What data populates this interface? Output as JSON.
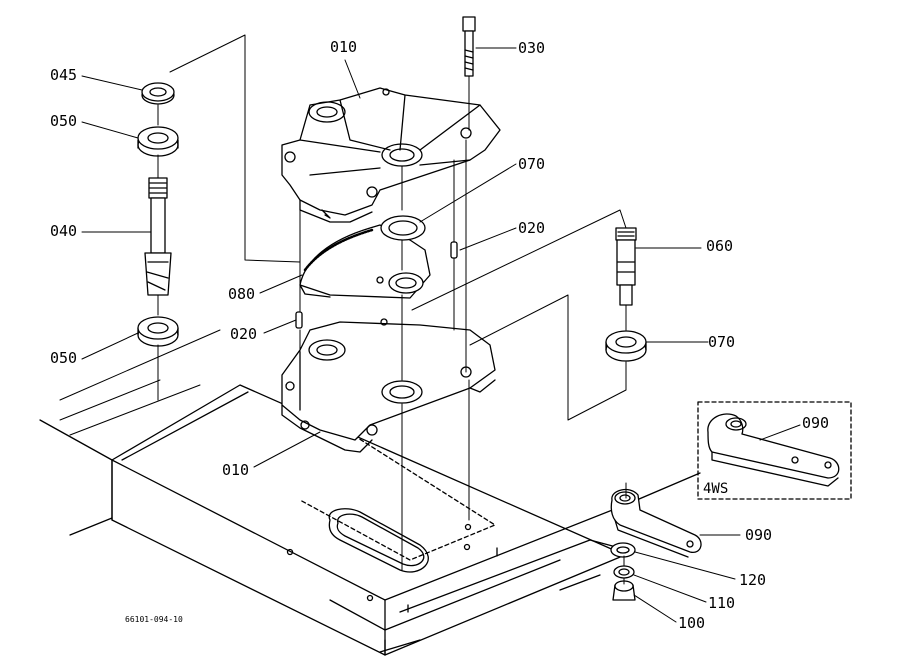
{
  "callouts": {
    "p045": "045",
    "p050_top": "050",
    "p040": "040",
    "p050_bottom": "050",
    "p010_top": "010",
    "p030": "030",
    "p070_gear": "070",
    "p020_right": "020",
    "p060": "060",
    "p080": "080",
    "p020_left": "020",
    "p070_right": "070",
    "p010_bottom": "010",
    "p090_box": "090",
    "p090": "090",
    "p120": "120",
    "p110": "110",
    "p100": "100"
  },
  "variant_box": {
    "label": "4WS"
  },
  "drawing_code": "66101-094-10"
}
